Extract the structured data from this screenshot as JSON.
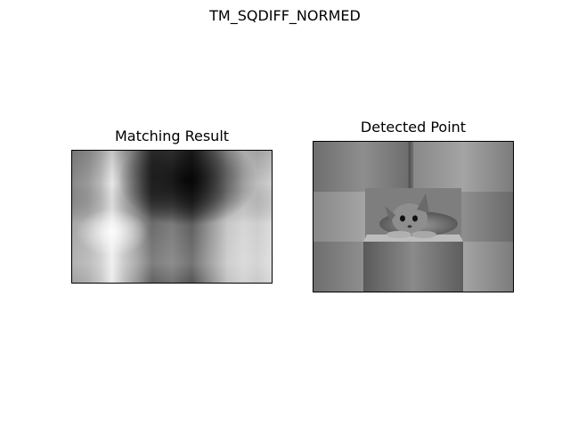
{
  "figure": {
    "suptitle": "TM_SQDIFF_NORMED"
  },
  "panels": [
    {
      "title": "Matching Result",
      "content": "grayscale template-matching response map"
    },
    {
      "title": "Detected Point",
      "content": "grayscale photo of a cat lying in a box"
    }
  ],
  "colors": {
    "background": "#ffffff",
    "frame": "#000000"
  }
}
